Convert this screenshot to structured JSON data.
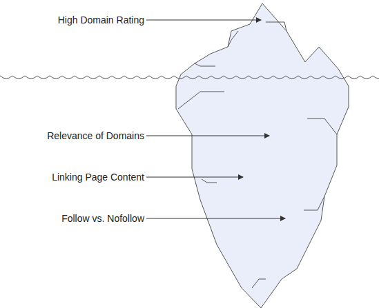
{
  "diagram": {
    "labels": [
      "High Domain Rating",
      "Relevance of Domains",
      "Linking Page Content",
      "Follow vs. Nofollow"
    ]
  }
}
